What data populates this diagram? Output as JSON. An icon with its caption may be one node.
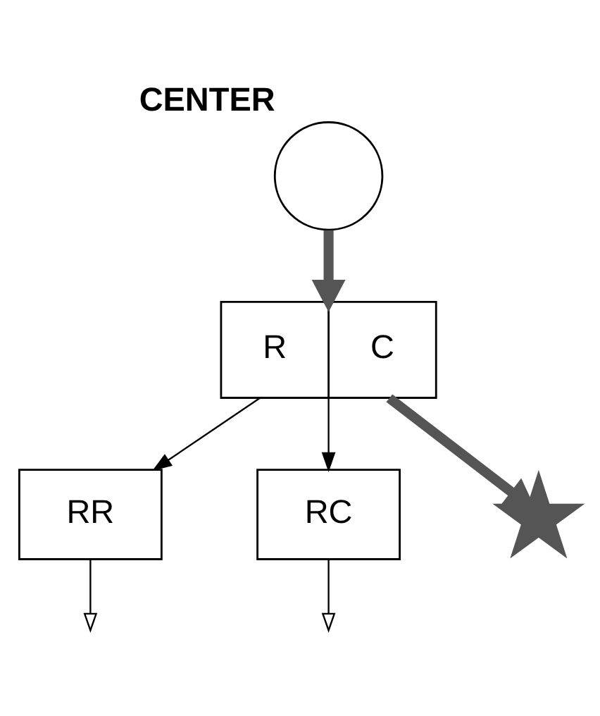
{
  "diagram": {
    "nodes": [
      {
        "text": [],
        "shape": "circle",
        "beside": [
          "CENTER"
        ]
      },
      {
        "text": [
          "R",
          "C"
        ]
      },
      {
        "text": [
          "RR"
        ]
      },
      {
        "text": [
          "RC"
        ]
      },
      {
        "text": [],
        "shape": "star"
      }
    ],
    "edges": [
      {
        "from": 0,
        "to": 1,
        "arrow": "to",
        "style": "thick",
        "color": "#555555"
      },
      {
        "from": 1,
        "to": 2,
        "arrow": "to"
      },
      {
        "from": 1,
        "to": 3,
        "arrow": "to"
      },
      {
        "from": 1,
        "to": 4,
        "arrow": "to",
        "style": "thick",
        "color": "#555555"
      },
      {
        "from": 2,
        "to": null,
        "arrow": "to"
      },
      {
        "from": 3,
        "to": null,
        "arrow": "to"
      }
    ]
  }
}
